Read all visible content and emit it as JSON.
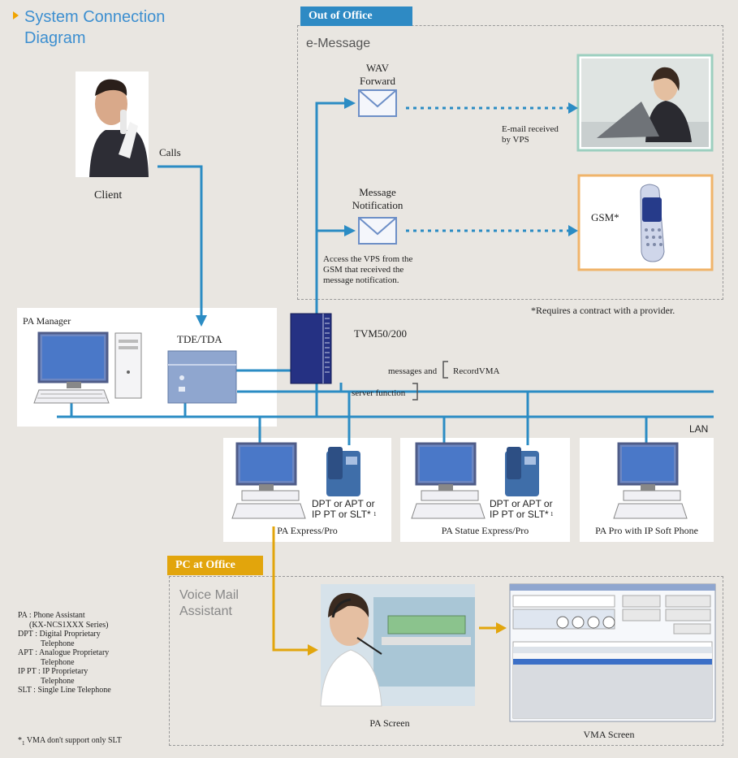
{
  "title": {
    "line1": "System Connection",
    "line2": "Diagram"
  },
  "out_of_office": {
    "tab": "Out of Office",
    "section": "e-Message"
  },
  "wav": {
    "line1": "WAV",
    "line2": "Forward"
  },
  "email_note": {
    "line1": "E-mail received",
    "line2": "by VPS"
  },
  "msg_notif": {
    "line1": "Message",
    "line2": "Notification"
  },
  "access_note": {
    "line1": "Access the VPS from the",
    "line2": "GSM that received the",
    "line3": "message notification."
  },
  "gsm": "GSM*",
  "provider_note": "*Requires a contract with a provider.",
  "client": {
    "calls": "Calls",
    "label": "Client"
  },
  "pa_manager": "PA Manager",
  "tde": "TDE/TDA",
  "tvm": "TVM50/200",
  "record": {
    "messages": "messages and",
    "recordvma": "RecordVMA",
    "server": "server function"
  },
  "lan": "LAN",
  "station1": {
    "phone_line1": "DPT or APT or",
    "phone_line2": "IP PT or SLT*",
    "sup": "1",
    "label": "PA Express/Pro"
  },
  "station2": {
    "phone_line1": "DPT or APT or",
    "phone_line2": "IP PT or SLT*",
    "sup": "1",
    "label": "PA Statue Express/Pro"
  },
  "station3": {
    "label": "PA Pro with IP Soft Phone"
  },
  "pc_office": {
    "tab": "PC at Office",
    "section_line1": "Voice Mail",
    "section_line2": "Assistant"
  },
  "pa_screen": "PA Screen",
  "vma_screen": "VMA Screen",
  "legend": [
    {
      "line1": "PA : Phone Assistant",
      "line2": "(KX-NCS1XXX Series)"
    },
    {
      "line1": "DPT : Digital Proprietary",
      "line2": "Telephone"
    },
    {
      "line1": "APT : Analogue Proprietary",
      "line2": "Telephone"
    },
    {
      "line1": "IP PT : IP Proprietary",
      "line2": "Telephone"
    },
    {
      "line1": "SLT : Single Line Telephone",
      "line2": ""
    }
  ],
  "footnote": {
    "mark": "*",
    "sub": "1",
    "text": "VMA  don't support only SLT"
  },
  "colors": {
    "title": "#3d8fd0",
    "out_tab": "#2e8ac4",
    "office_tab": "#e2a50c",
    "line": "#2b8cc4",
    "arrow_office": "#e2a50c",
    "email_frame": "#9ccfbf",
    "gsm_frame": "#f0b46a"
  }
}
